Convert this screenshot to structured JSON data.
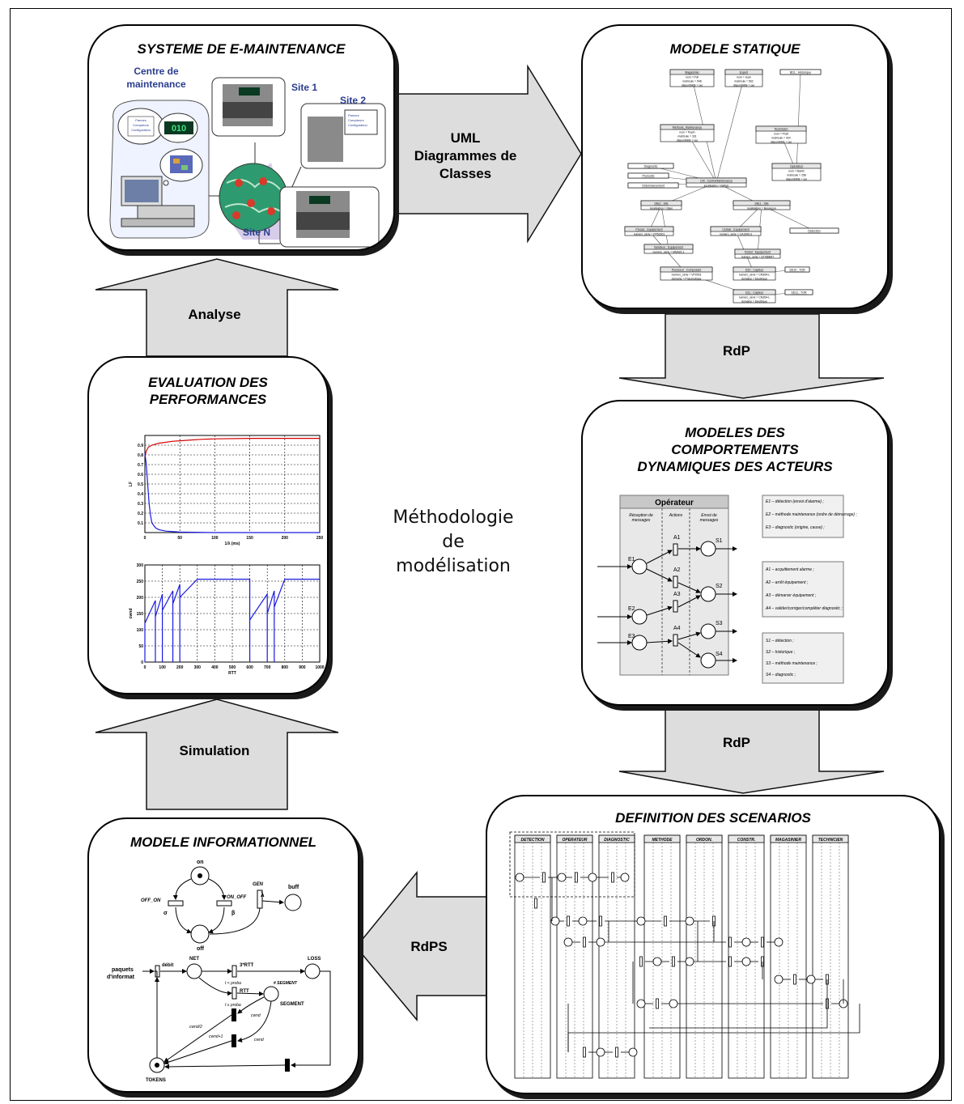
{
  "arrows": {
    "uml": [
      "UML",
      "Diagrammes de",
      "Classes"
    ],
    "rdp1": "RdP",
    "rdp2": "RdP",
    "rdps": "RdPS",
    "analyse": "Analyse",
    "simulation": "Simulation"
  },
  "center": [
    "Méthodologie",
    "de",
    "modélisation"
  ],
  "panels": {
    "emaint": {
      "title": "SYSTEME DE E-MAINTENANCE",
      "centre": [
        "Centre de",
        "maintenance"
      ],
      "site1": "Site 1",
      "site2": "Site 2",
      "siten": "Site N",
      "screen_lines": [
        "Pannes",
        "Compteurs",
        "Configuration"
      ],
      "clock": "010"
    },
    "statique": {
      "title": "MODELE STATIQUE",
      "classes": [
        {
          "name": "Magasinier",
          "attrs": [
            "nom = Poli",
            "matricule = 548",
            "disponibilité = oui"
          ]
        },
        {
          "name": "Expert",
          "attrs": [
            "nom = Jean",
            "matricule = 562",
            "disponibilité = oui"
          ]
        },
        {
          "name": "BD1 : Historique",
          "attrs": []
        },
        {
          "name": "Méthode_Maintenance",
          "attrs": [
            "nom = Pepin",
            "matricule = 331",
            "disponibilité = oui"
          ]
        },
        {
          "name": "Technicien",
          "attrs": [
            "nom = Pratt",
            "matricule = 424",
            "disponibilité = oui"
          ]
        },
        {
          "name": "Diagnostic",
          "attrs": []
        },
        {
          "name": "Pronostic",
          "attrs": []
        },
        {
          "name": "Ordonnancement",
          "attrs": []
        },
        {
          "name": "CM : CentreMaintenance",
          "attrs": [
            "localisation = Belfort"
          ]
        },
        {
          "name": "Opérateur",
          "attrs": [
            "nom = Martin",
            "matricule = 258",
            "disponibilité = oui"
          ]
        },
        {
          "name": "Site2 : Site",
          "attrs": [
            "localisation = Dijon"
          ]
        },
        {
          "name": "Site1 : Site",
          "attrs": [
            "localisation = Besançon"
          ]
        },
        {
          "name": "Presse : Equipement",
          "attrs": [
            "numéro_série = PP52001"
          ]
        },
        {
          "name": "Cellule : Equipement",
          "attrs": [
            "numéro_série = CA1999-3"
          ]
        },
        {
          "name": "Détection",
          "attrs": []
        },
        {
          "name": "Variateur : Equipement",
          "attrs": [
            "numéro_série = MM420-1"
          ]
        },
        {
          "name": "Robot : Equipement",
          "attrs": [
            "numéro_série = ST45MMT"
          ]
        },
        {
          "name": "Pousseur : Composant",
          "attrs": [
            "numéro_série = VP2003",
            "domaine = Pneumatique"
          ]
        },
        {
          "name": "D10 : Capteur",
          "attrs": [
            "numéro_série = CM264-L",
            "domaine = Electrique"
          ]
        },
        {
          "name": "SD10 : TOR",
          "attrs": []
        },
        {
          "name": "D11 : Capteur",
          "attrs": [
            "numéro_série = CM264-L",
            "domaine = Electrique"
          ]
        },
        {
          "name": "SD11 : TOR",
          "attrs": []
        }
      ]
    },
    "dynamique": {
      "title": [
        "MODELES DES",
        "COMPORTEMENTS",
        "DYNAMIQUES DES ACTEURS"
      ],
      "operateur": "Opérateur",
      "cols": [
        "Réception de messages",
        "Actions",
        "Envoi de messages"
      ],
      "inputs": [
        "E1",
        "E2",
        "E3"
      ],
      "actions": [
        "A1",
        "A2",
        "A3",
        "A4"
      ],
      "outputs": [
        "S1",
        "S2",
        "S3",
        "S4"
      ],
      "legend_e": [
        "E1 – détection (envoi d'alarme) ;",
        "E2 – méthode maintenance (ordre de démarrage) ;",
        "E3 – diagnostic (origine, cause) ;"
      ],
      "legend_a": [
        "A1 – acquittement alarme ;",
        "A2 – arrêt équipement ;",
        "A3 – démarrer équipement ;",
        "A4 – valider/corriger/compléter diagnostic ;"
      ],
      "legend_s": [
        "S1 – détection ;",
        "S2 – historique ;",
        "S3 – méthode maintenance ;",
        "S4 – diagnostic ;"
      ]
    },
    "scenarios": {
      "title": "DEFINITION DES SCENARIOS",
      "lanes": [
        "DETECTION",
        "OPERATEUR",
        "DIAGNOSTIC",
        "METHODE",
        "ORDON.",
        "CONSTR.",
        "MAGASINIER",
        "TECHNICIEN"
      ]
    },
    "info": {
      "title": "MODELE INFORMATIONNEL",
      "labels": {
        "on": "on",
        "off": "off",
        "off_on": "OFF_ON",
        "on_off": "ON_OFF",
        "sigma": "σ",
        "beta": "β",
        "gen": "GEN",
        "lambda": "λ",
        "buff": "buff",
        "paquets": "paquets",
        "dinformat": "d'informat",
        "debit": "débit",
        "net": "NET",
        "rtt3": "3*RTT",
        "loss": "LOSS",
        "tproba1": "t < proba",
        "rtt": "RTT",
        "tproba2": "t ≥ proba",
        "nsegment": "# SEGMENT",
        "segment": "SEGMENT",
        "cwnd": "cwnd",
        "cwnd2": "cwnd/2",
        "cwnd1": "cwnd+1",
        "cwnd3": "cwnd",
        "tokens": "TOKENS"
      }
    },
    "evaluation": {
      "title": [
        "EVALUATION DES",
        "PERFORMANCES"
      ]
    }
  },
  "chart_data": [
    {
      "type": "line",
      "xlabel": "1/λ (ms)",
      "ylabel": "LF",
      "xlim": [
        0,
        250
      ],
      "ylim": [
        0,
        1
      ],
      "xticks": [
        0,
        50,
        100,
        150,
        200,
        250
      ],
      "yticks": [
        0.1,
        0.2,
        0.3,
        0.4,
        0.5,
        0.6,
        0.7,
        0.8,
        0.9
      ],
      "grid": true,
      "series": [
        {
          "color": "#d40000",
          "x": [
            0,
            2,
            5,
            10,
            20,
            40,
            60,
            80,
            100,
            150,
            200,
            250
          ],
          "y": [
            0.78,
            0.84,
            0.88,
            0.9,
            0.92,
            0.94,
            0.95,
            0.96,
            0.965,
            0.97,
            0.97,
            0.97
          ]
        },
        {
          "color": "#1a1adf",
          "x": [
            0,
            2,
            4,
            6,
            8,
            10,
            15,
            20,
            30,
            50,
            100,
            250
          ],
          "y": [
            0.82,
            0.7,
            0.5,
            0.3,
            0.18,
            0.1,
            0.05,
            0.03,
            0.015,
            0.005,
            0,
            0
          ]
        }
      ]
    },
    {
      "type": "line",
      "xlabel": "RTT",
      "ylabel": "cwnd",
      "xlim": [
        0,
        1000
      ],
      "ylim": [
        0,
        300
      ],
      "xticks": [
        0,
        100,
        200,
        300,
        400,
        500,
        600,
        700,
        800,
        900,
        1000
      ],
      "yticks": [
        0,
        50,
        100,
        150,
        200,
        250,
        300
      ],
      "grid": true,
      "series": [
        {
          "color": "#1a1adf",
          "x": [
            0,
            0,
            60,
            60,
            60,
            100,
            100,
            100,
            160,
            160,
            160,
            200,
            200,
            200,
            300,
            300,
            600,
            600,
            600,
            700,
            700,
            700,
            740,
            740,
            740,
            800,
            800,
            1000
          ],
          "y": [
            0,
            120,
            190,
            0,
            140,
            210,
            0,
            160,
            220,
            0,
            180,
            240,
            0,
            200,
            256,
            256,
            256,
            0,
            130,
            210,
            0,
            150,
            220,
            0,
            170,
            256,
            256,
            256
          ]
        }
      ]
    }
  ]
}
